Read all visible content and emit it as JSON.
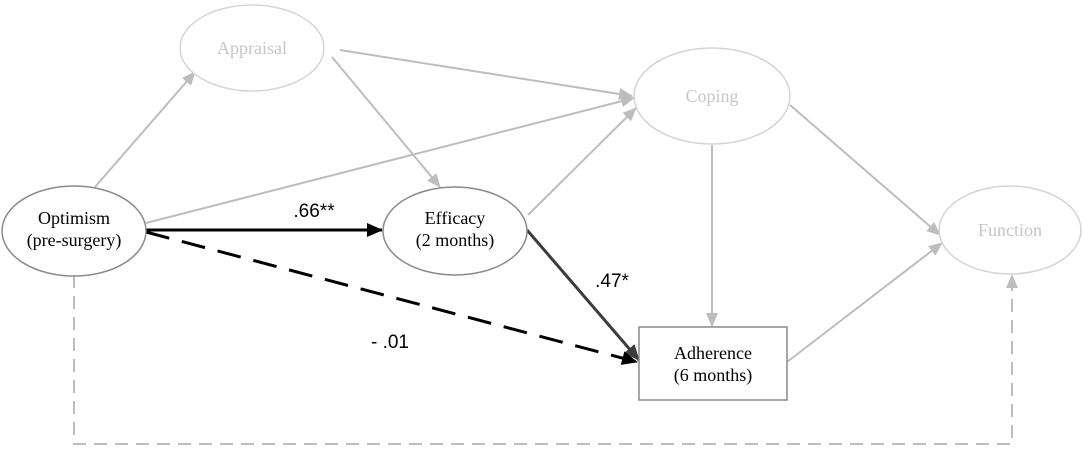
{
  "colors": {
    "faded_node": "#d4d4d4",
    "faded_text": "#c6c6c6",
    "faded_line": "#bdbdbd",
    "active_outline": "#8a8a8a",
    "active_text": "#000000",
    "active_line": "#000000",
    "efficacy_adherence_line": "#3c3c3c"
  },
  "nodes": {
    "appraisal": "Appraisal",
    "coping": "Coping",
    "function": "Function",
    "optimism": [
      "Optimism",
      "(pre-surgery)"
    ],
    "efficacy": [
      "Efficacy",
      "(2 months)"
    ],
    "adherence": [
      "Adherence",
      "(6 months)"
    ]
  },
  "coefficients": {
    "optimism_efficacy": ".66**",
    "efficacy_adherence": ".47*",
    "optimism_adherence": "- .01"
  }
}
